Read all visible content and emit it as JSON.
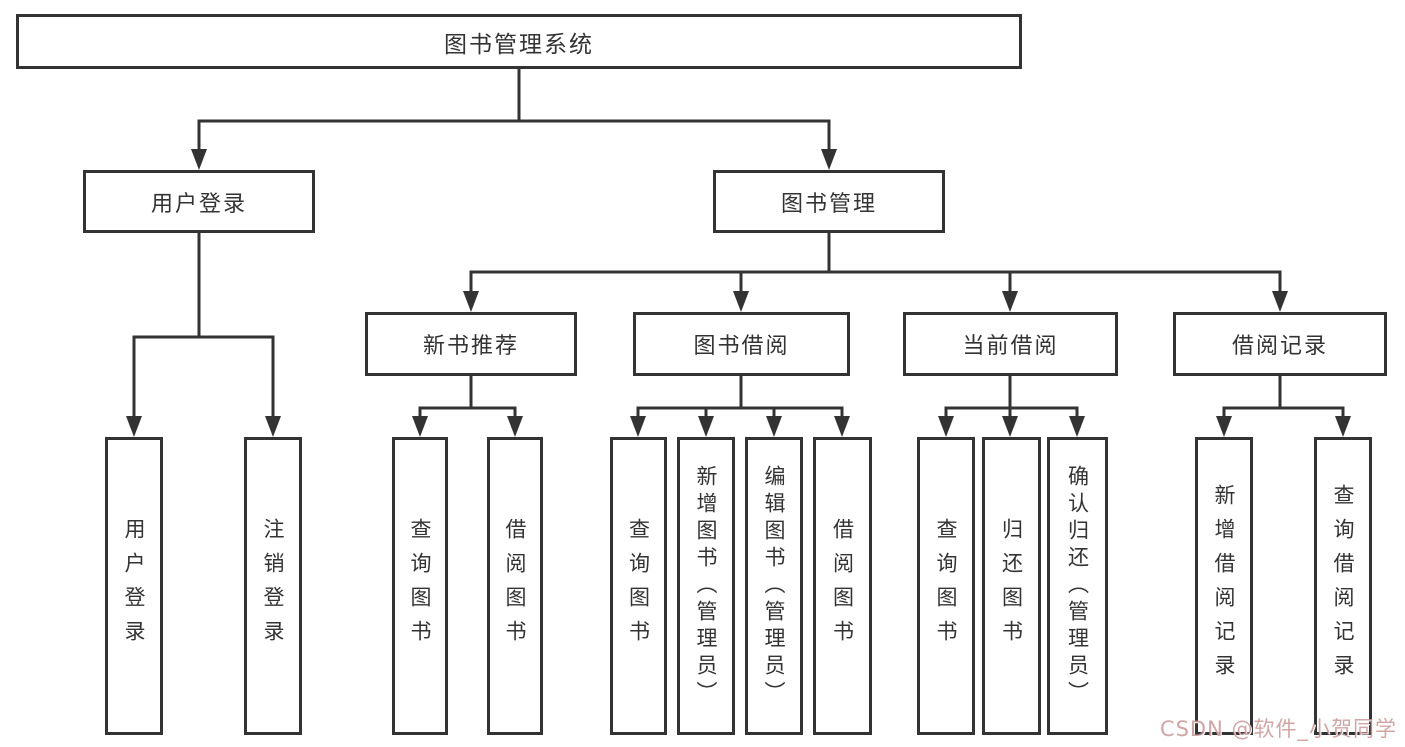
{
  "diagram": {
    "root": {
      "label": "图书管理系统"
    },
    "branches": [
      {
        "label": "用户登录",
        "children": [
          {
            "label": "用户登录"
          },
          {
            "label": "注销登录"
          }
        ]
      },
      {
        "label": "图书管理",
        "children": [
          {
            "label": "新书推荐",
            "children": [
              {
                "label": "查询图书"
              },
              {
                "label": "借阅图书"
              }
            ]
          },
          {
            "label": "图书借阅",
            "children": [
              {
                "label": "查询图书"
              },
              {
                "label": "新增图书（管理员）"
              },
              {
                "label": "编辑图书（管理员）"
              },
              {
                "label": "借阅图书"
              }
            ]
          },
          {
            "label": "当前借阅",
            "children": [
              {
                "label": "查询图书"
              },
              {
                "label": "归还图书"
              },
              {
                "label": "确认归还（管理员）"
              }
            ]
          },
          {
            "label": "借阅记录",
            "children": [
              {
                "label": "新增借阅记录"
              },
              {
                "label": "查询借阅记录"
              }
            ]
          }
        ]
      }
    ],
    "colors": {
      "line": "#333333",
      "box_border": "#333333",
      "background": "#ffffff",
      "watermark": "#c48f8f"
    }
  },
  "watermark": "CSDN @软件_小贺同学"
}
